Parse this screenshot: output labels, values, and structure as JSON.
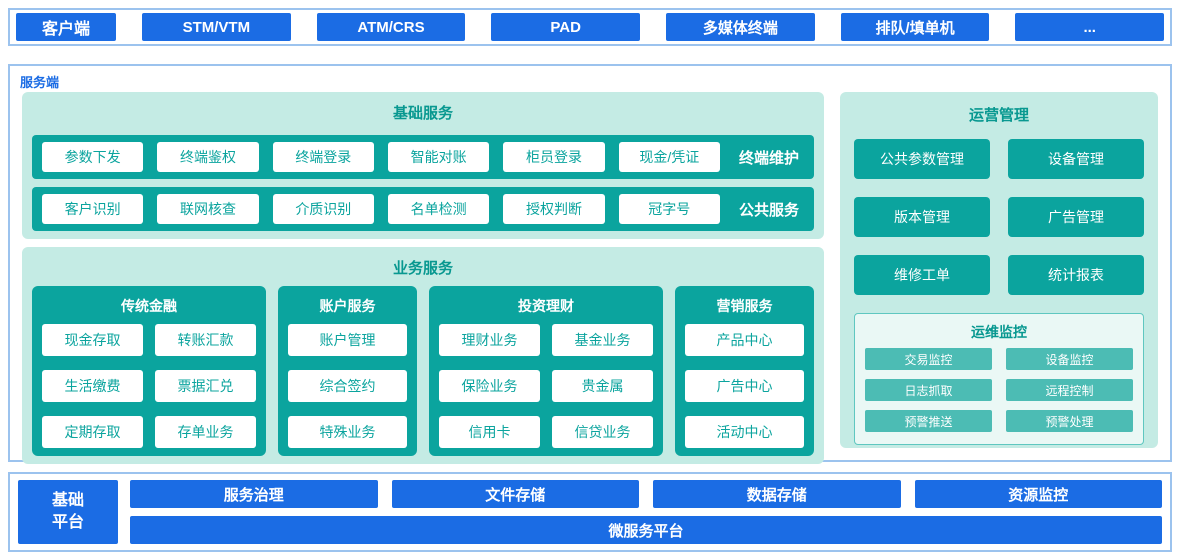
{
  "colors": {
    "blue": "#1b6ce4",
    "teal": "#0ba49e",
    "teal_light": "#4cbcb4",
    "mint": "#c4ebe4",
    "frame_border": "#9cc3ee",
    "title_teal": "#089890"
  },
  "client": {
    "label": "客户端",
    "terminals": [
      "STM/VTM",
      "ATM/CRS",
      "PAD",
      "多媒体终端",
      "排队/填单机",
      "..."
    ]
  },
  "server": {
    "label": "服务端",
    "basic_services": {
      "title": "基础服务",
      "rows": [
        {
          "group": "终端维护",
          "items": [
            "参数下发",
            "终端鉴权",
            "终端登录",
            "智能对账",
            "柜员登录",
            "现金/凭证"
          ]
        },
        {
          "group": "公共服务",
          "items": [
            "客户识别",
            "联网核查",
            "介质识别",
            "名单检测",
            "授权判断",
            "冠字号"
          ]
        }
      ]
    },
    "business_services": {
      "title": "业务服务",
      "columns": [
        {
          "title": "传统金融",
          "items": [
            "现金存取",
            "转账汇款",
            "生活缴费",
            "票据汇兑",
            "定期存取",
            "存单业务"
          ]
        },
        {
          "title": "账户服务",
          "items": [
            "账户管理",
            "综合签约",
            "特殊业务"
          ]
        },
        {
          "title": "投资理财",
          "items": [
            "理财业务",
            "基金业务",
            "保险业务",
            "贵金属",
            "信用卡",
            "信贷业务"
          ]
        },
        {
          "title": "营销服务",
          "items": [
            "产品中心",
            "广告中心",
            "活动中心"
          ]
        }
      ]
    },
    "operations": {
      "title": "运营管理",
      "items": [
        "公共参数管理",
        "设备管理",
        "版本管理",
        "广告管理",
        "维修工单",
        "统计报表"
      ],
      "monitoring": {
        "title": "运维监控",
        "items": [
          "交易监控",
          "设备监控",
          "日志抓取",
          "远程控制",
          "预警推送",
          "预警处理"
        ]
      }
    }
  },
  "platform": {
    "label": "基础平台",
    "items": [
      "服务治理",
      "文件存储",
      "数据存储",
      "资源监控"
    ],
    "bottom": "微服务平台"
  }
}
